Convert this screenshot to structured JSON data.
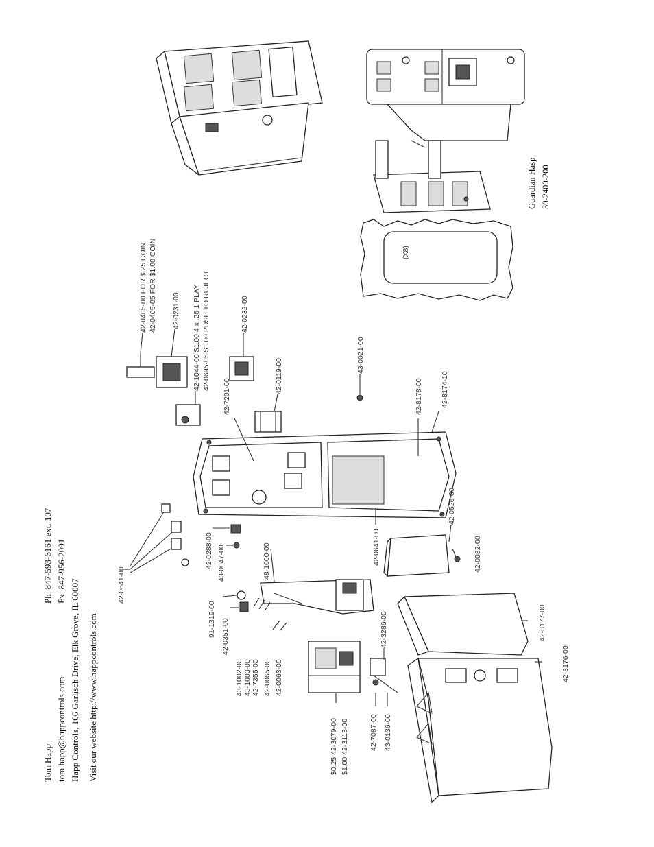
{
  "contact": {
    "name": "Tom Happ",
    "phone": "Ph: 847-593-6161 ext. 107",
    "email": "tom.happ@happcontrols.com",
    "fax": "Fx: 847-956-2091",
    "address": "Happ Controls, 106 Garlisch Drive, Elk Grove, IL 60007",
    "website": "Visit our website http://www.happcontrols.com"
  },
  "hasp": {
    "title": "Guardian Hasp",
    "part_number": "30-2400-200",
    "x8_note": "(X8)"
  },
  "parts": {
    "p_0405": [
      "42-0405-00 FOR $.25 COIN",
      "42-0405-05 FOR $1.00 COIN"
    ],
    "p_0231": "42-0231-00",
    "p_1044": [
      "42-1044-00 $1.00 4 x .25 1 PLAY",
      "42-0695-05 $1.00 PUSH TO REJECT"
    ],
    "p_0232": "42-0232-00",
    "p_7201": "42-7201-00",
    "p_0119": "42-0119-00",
    "p_0021": "43-0021-00",
    "p_8178": "42-8178-00",
    "p_8174": "42-8174-10",
    "p_0641_a": "42-0641-00",
    "p_0641_b": "42-0641-00",
    "p_0288": "42-0288-00",
    "p_0047": "43-0047-00",
    "p_1000": "48-1000-00",
    "p_0526": "42-0526-00",
    "p_0082": "42-0082-00",
    "p_1319": "91-1319-00",
    "p_0351": "42-0351-00",
    "p_1002": "43-1002-00",
    "p_1003": "43-1003-00",
    "p_7355": "42-7355-00",
    "p_0065": "42-0065-00",
    "p_0063": "42-0063-00",
    "p_3079": "$0.25 42-3079-00",
    "p_3113": "$1.00 42-3113-00",
    "p_7087": "42-7087-00",
    "p_0136": "43-0136-00",
    "p_3286": "42-3286-00",
    "p_8177": "42-8177-00",
    "p_8176": "42-8176-00"
  }
}
